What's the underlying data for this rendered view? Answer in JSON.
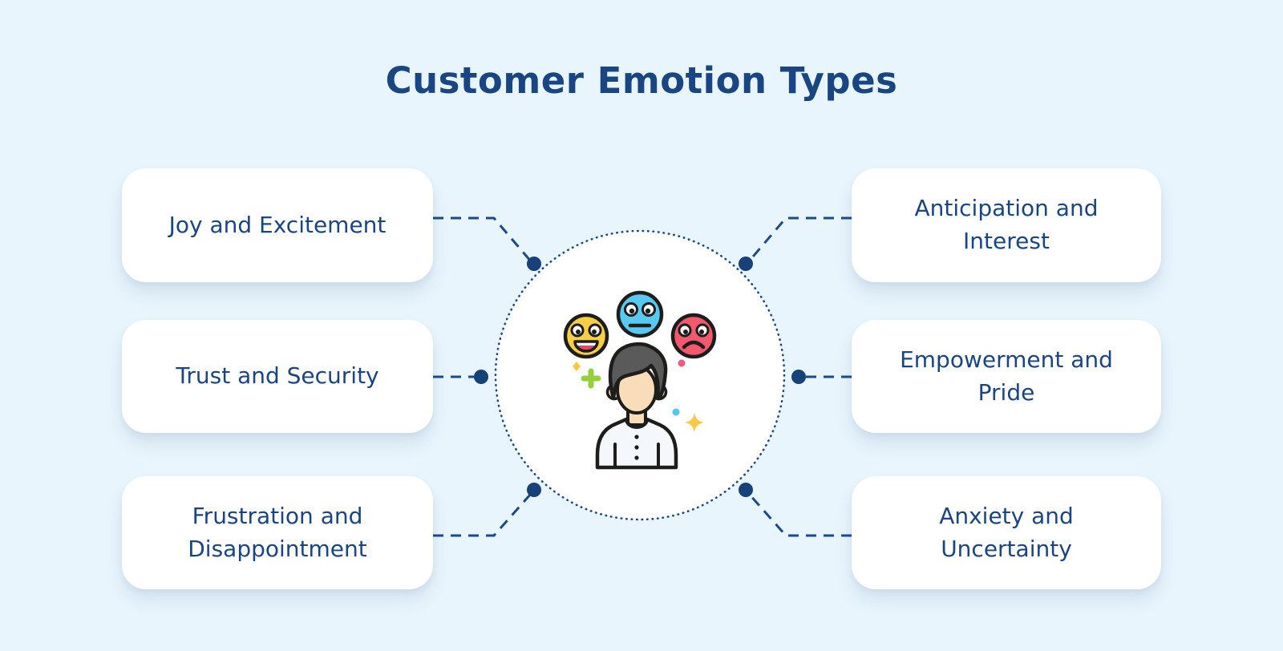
{
  "title": "Customer Emotion Types",
  "boxes": [
    {
      "id": "joy",
      "position": "top-left",
      "label": "Joy and Excitement"
    },
    {
      "id": "trust",
      "position": "middle-left",
      "label": "Trust and Security"
    },
    {
      "id": "frustration",
      "position": "bottom-left",
      "label": "Frustration and\nDisappointment"
    },
    {
      "id": "anticipation",
      "position": "top-right",
      "label": "Anticipation and\nInterest"
    },
    {
      "id": "empowerment",
      "position": "middle-right",
      "label": "Empowerment and\nPride"
    },
    {
      "id": "anxiety",
      "position": "bottom-right",
      "label": "Anxiety and\nUncertainty"
    }
  ],
  "center": {
    "illustration": "customer-with-emotion-faces",
    "icons": [
      "happy-face-icon",
      "neutral-face-icon",
      "sad-face-icon",
      "person-icon",
      "sparkle-icons"
    ]
  },
  "colors": {
    "bg": "#E8F5FD",
    "navy": "#1A4583",
    "box_bg": "#FFFFFF",
    "line": "#1B4A8C",
    "dot": "#164179",
    "circle_fill": "#FFFFFF",
    "outline": "#1D1D1B",
    "emoji_yellow": "#F8CE47",
    "emoji_blue": "#58C9F2",
    "emoji_red": "#F2596E",
    "mouth_pink": "#E8436B",
    "skin": "#F9DCBA",
    "hair": "#5A5A5A",
    "shirt": "#F4F8FC",
    "accent_green": "#97CE3C",
    "accent_pink": "#F4587A",
    "accent_blue": "#4FC7F3",
    "sparkle_yellow": "#F7C843"
  }
}
